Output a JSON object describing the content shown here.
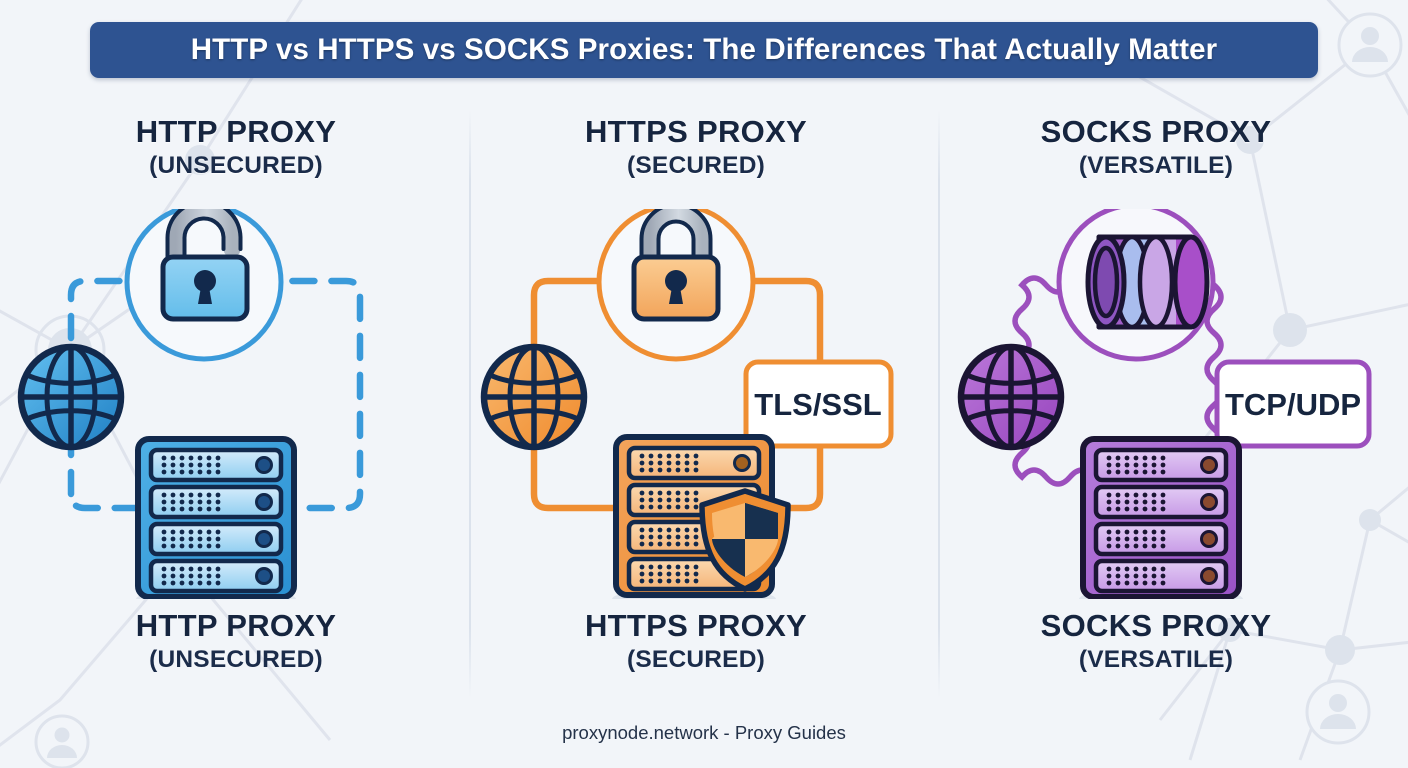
{
  "header": {
    "title": "HTTP vs HTTPS vs SOCKS Proxies: The Differences That Actually Matter"
  },
  "columns": [
    {
      "id": "http",
      "top_title": "HTTP PROXY",
      "top_subtitle": "(UNSECURED)",
      "bottom_title": "HTTP PROXY",
      "bottom_subtitle": "(UNSECURED)",
      "accent_color": "#2f97d4",
      "fill_light": "#bfe3f8",
      "fill_mid": "#6cc3f0",
      "fill_dark": "#2f8fd0",
      "stroke_color": "#12294c",
      "lock_state": "unlocked",
      "path_style": "dashed",
      "badge": null,
      "center_icon": "open-padlock-icon",
      "shield": false
    },
    {
      "id": "https",
      "top_title": "HTTPS PROXY",
      "top_subtitle": "(SECURED)",
      "bottom_title": "HTTPS PROXY",
      "bottom_subtitle": "(SECURED)",
      "accent_color": "#ef8e32",
      "fill_light": "#fbd3a4",
      "fill_mid": "#f7ab5e",
      "fill_dark": "#ef8a2c",
      "stroke_color": "#12294c",
      "lock_state": "locked",
      "path_style": "solid",
      "badge": "TLS/SSL",
      "center_icon": "closed-padlock-icon",
      "shield": true
    },
    {
      "id": "socks",
      "top_title": "SOCKS PROXY",
      "top_subtitle": "(VERSATILE)",
      "bottom_title": "SOCKS PROXY",
      "bottom_subtitle": "(VERSATILE)",
      "accent_color": "#9c4fbd",
      "fill_light": "#d7bdee",
      "fill_mid": "#b981dc",
      "fill_dark": "#9b51c4",
      "stroke_color": "#1b1533",
      "lock_state": "none",
      "path_style": "wavy",
      "badge": "TCP/UDP",
      "center_icon": "tunnel-layers-icon",
      "shield": false
    }
  ],
  "credit": "proxynode.network - Proxy Guides",
  "theme": {
    "background": "#f2f5f9",
    "title_bar": "#2e5391",
    "title_text": "#ffffff",
    "heading_text": "#16253f",
    "divider": "#dbe2ec",
    "network_pattern": "#dde3ec"
  }
}
